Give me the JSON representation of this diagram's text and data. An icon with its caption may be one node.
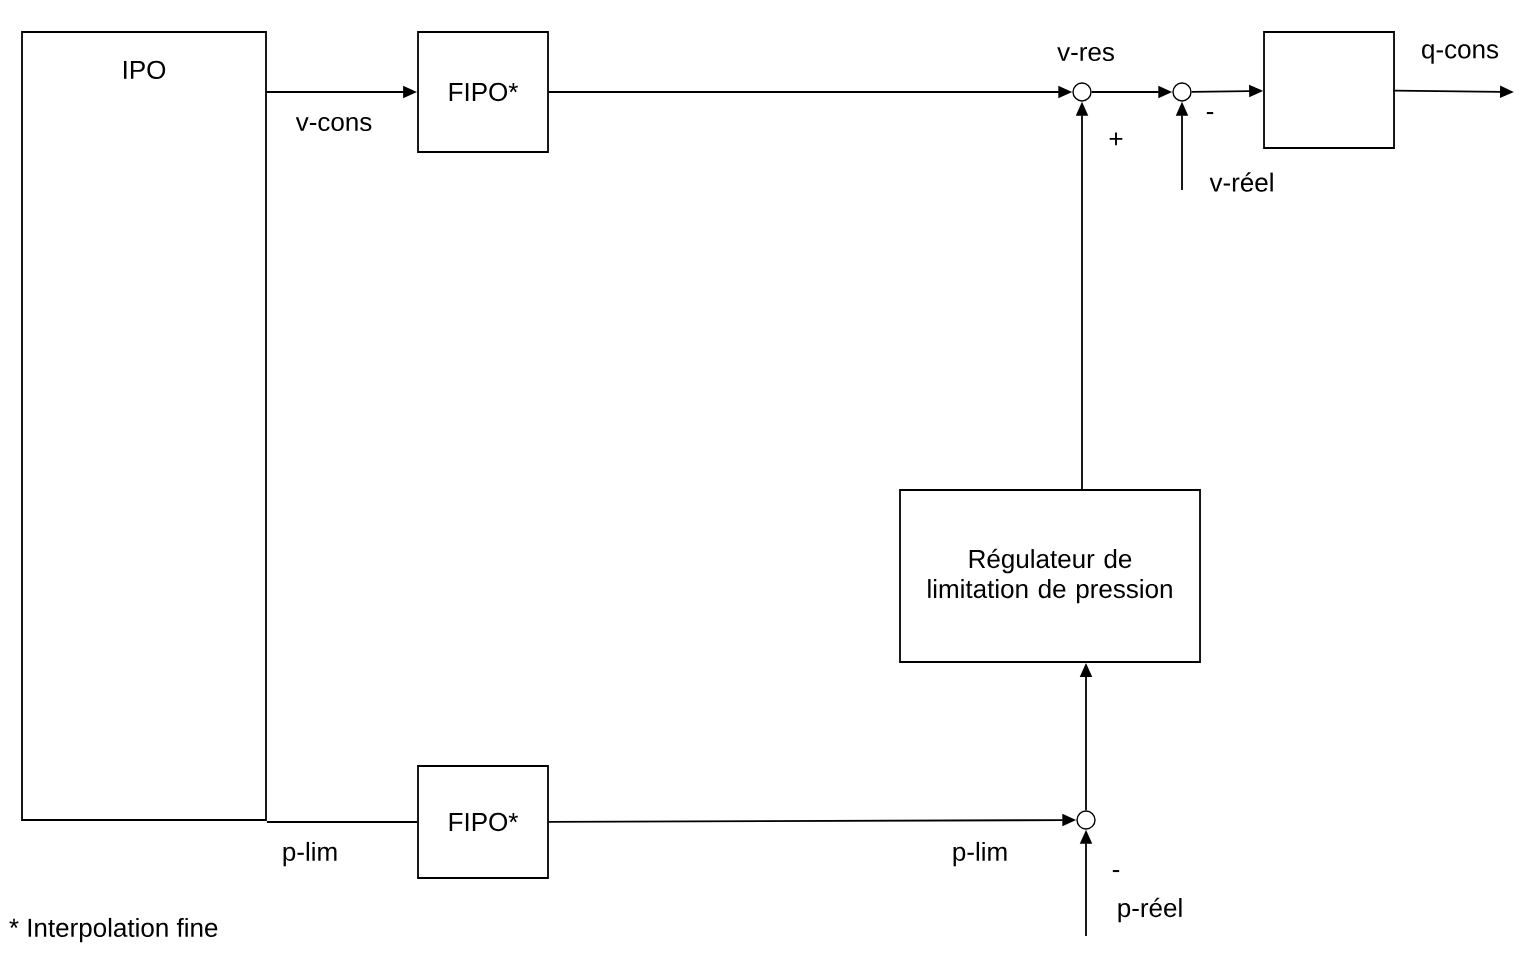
{
  "diagram": {
    "nodes": [
      {
        "text": [
          "IPO"
        ]
      },
      {
        "text": [
          "FIPO*"
        ]
      },
      {
        "text": [],
        "shape": "circle"
      },
      {
        "text": [],
        "shape": "circle"
      },
      {
        "text": [],
        "shape": "box"
      },
      {
        "text": [
          "Régulateur de limitation de pression"
        ]
      },
      {
        "text": [
          "FIPO*"
        ]
      },
      {
        "text": [],
        "shape": "circle"
      }
    ],
    "edges": [
      {
        "from": 0,
        "to": 1,
        "arrow": "to",
        "label": "v-cons"
      },
      {
        "from": 1,
        "to": 2,
        "arrow": "to"
      },
      {
        "from": 2,
        "to": 3,
        "arrow": "to",
        "label": "v-res"
      },
      {
        "from": 3,
        "to": 4,
        "arrow": "to"
      },
      {
        "from": 4,
        "to": null,
        "arrow": "to",
        "label": "q-cons"
      },
      {
        "from": null,
        "to": 3,
        "arrow": "to",
        "label": "v-réel"
      },
      {
        "from": 5,
        "to": 2,
        "arrow": "to"
      },
      {
        "from": 0,
        "to": 6,
        "arrow": "none",
        "label": "p-lim"
      },
      {
        "from": 6,
        "to": 7,
        "arrow": "to",
        "label": "p-lim"
      },
      {
        "from": 7,
        "to": 5,
        "arrow": "to"
      },
      {
        "from": null,
        "to": 7,
        "arrow": "to",
        "label": "p-réel"
      }
    ],
    "labels": [
      "+",
      "-",
      "-",
      "* Interpolation fine"
    ]
  }
}
